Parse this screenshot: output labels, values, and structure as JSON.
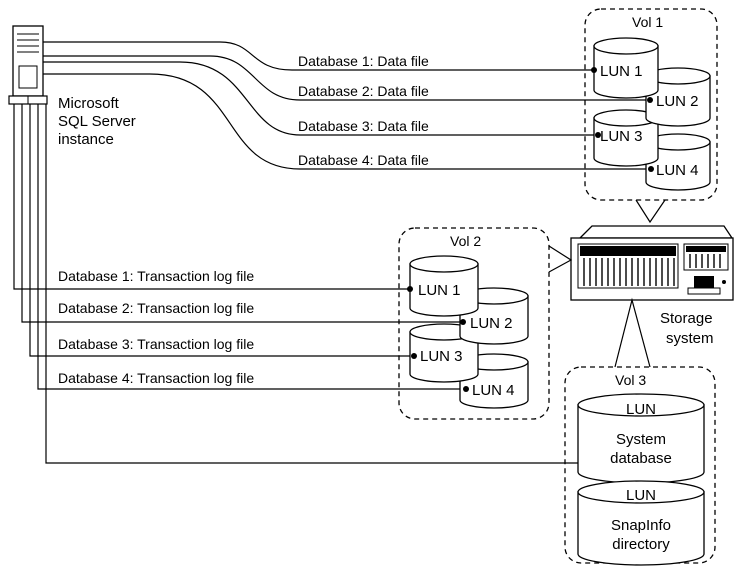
{
  "server": {
    "label_lines": [
      "Microsoft",
      "SQL Server",
      "instance"
    ]
  },
  "data_file_links": [
    {
      "label": "Database 1: Data file"
    },
    {
      "label": "Database 2: Data file"
    },
    {
      "label": "Database 3: Data file"
    },
    {
      "label": "Database 4: Data file"
    }
  ],
  "log_file_links": [
    {
      "label": "Database 1: Transaction log file"
    },
    {
      "label": "Database 2: Transaction log file"
    },
    {
      "label": "Database 3: Transaction log file"
    },
    {
      "label": "Database 4: Transaction log file"
    }
  ],
  "vol1": {
    "label": "Vol 1",
    "luns": [
      "LUN 1",
      "LUN 2",
      "LUN 3",
      "LUN 4"
    ]
  },
  "vol2": {
    "label": "Vol 2",
    "luns": [
      "LUN 1",
      "LUN 2",
      "LUN 3",
      "LUN 4"
    ]
  },
  "vol3": {
    "label": "Vol 3",
    "luns": [
      {
        "title": "LUN",
        "line1": "System",
        "line2": "database"
      },
      {
        "title": "LUN",
        "line1": "SnapInfo",
        "line2": "directory"
      }
    ]
  },
  "storage": {
    "label_lines": [
      "Storage",
      "system"
    ]
  }
}
